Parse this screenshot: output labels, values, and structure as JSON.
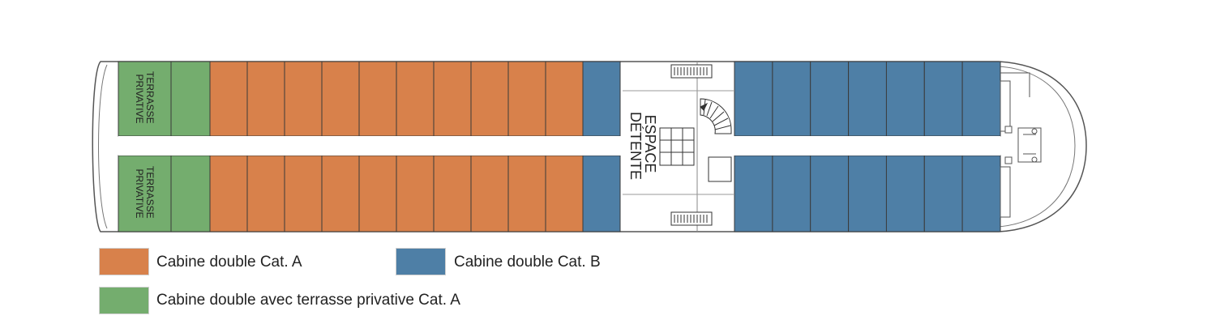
{
  "colors": {
    "cat_a": "#d8814b",
    "cat_b": "#4e7fa6",
    "terrace": "#74ad6e",
    "outline": "#555555",
    "divider": "#3a3a3a"
  },
  "deck": {
    "terrace_label_top": [
      "TERRASSE",
      "PRIVATIVE"
    ],
    "terrace_label_bottom": [
      "TERRASSE",
      "PRIVATIVE"
    ],
    "lounge_label": [
      "ESPACE",
      "DÉTENTE"
    ],
    "cabins_cat_a_per_row": 10,
    "cabins_cat_b_per_row": 7
  },
  "legend": {
    "cat_a": "Cabine double Cat. A",
    "cat_b": "Cabine double Cat. B",
    "terrace": "Cabine double avec terrasse privative Cat. A"
  }
}
